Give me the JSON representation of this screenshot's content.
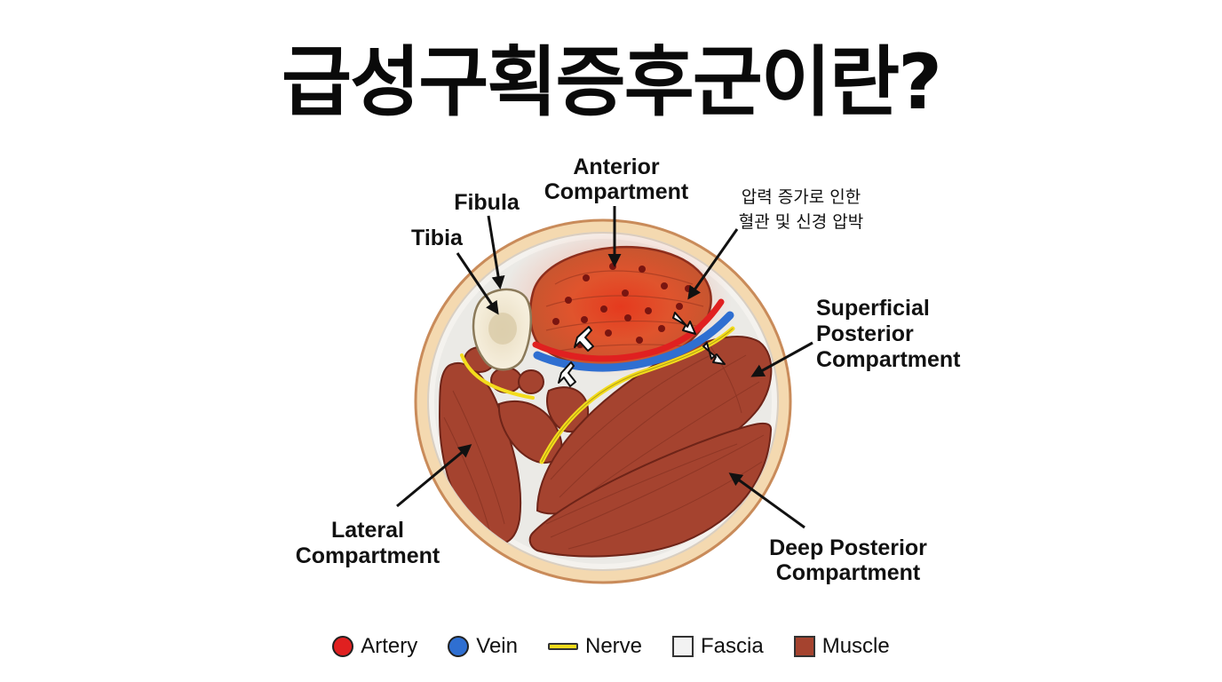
{
  "title": "급성구획증후군이란?",
  "labels": {
    "anterior": [
      "Anterior",
      "Compartment"
    ],
    "fibula": "Fibula",
    "tibia": "Tibia",
    "pressure_note": [
      "압력 증가로 인한",
      "혈관 및 신경 압박"
    ],
    "superficial": [
      "Superficial",
      "Posterior",
      "Compartment"
    ],
    "lateral": [
      "Lateral",
      "Compartment"
    ],
    "deep": [
      "Deep Posterior",
      "Compartment"
    ]
  },
  "legend": [
    {
      "label": "Artery",
      "shape": "circle",
      "color": "#e02020"
    },
    {
      "label": "Vein",
      "shape": "circle",
      "color": "#2f6fd1"
    },
    {
      "label": "Nerve",
      "shape": "line",
      "color": "#f3dc1c"
    },
    {
      "label": "Fascia",
      "shape": "square",
      "color": "#f2f2f2"
    },
    {
      "label": "Muscle",
      "shape": "square",
      "color": "#a5432f"
    }
  ]
}
